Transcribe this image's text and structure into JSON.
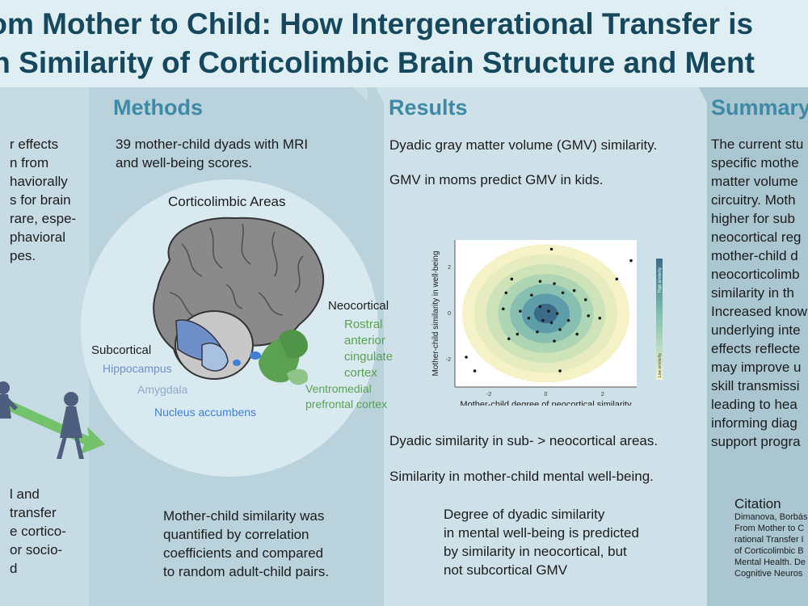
{
  "title": {
    "line1": "rom Mother to Child: How Intergenerational Transfer is",
    "line2": "in Similarity of Corticolimbic Brain Structure and Ment"
  },
  "intro": {
    "lines": [
      "r effects",
      "n from",
      "haviorally",
      "s for  brain",
      "rare, espe-",
      "phavioral",
      "pes."
    ],
    "bottom_lines": [
      "l and",
      "transfer",
      "e cortico-",
      "or socio-",
      "d"
    ]
  },
  "methods": {
    "heading": "Methods",
    "line1": "39 mother-child dyads with MRI",
    "line2": "and well-being scores.",
    "brain_title": "Corticolimbic Areas",
    "labels": {
      "neocortical": "Neocortical",
      "rostral": [
        "Rostral",
        "anterior",
        "cingulate",
        "cortex"
      ],
      "subcortical": "Subcortical",
      "hippocampus": "Hippocampus",
      "amygdala": "Amygdala",
      "ventromedial": [
        "Ventromedial",
        "prefrontal cortex"
      ],
      "nucleus": "Nucleus accumbens"
    },
    "bottom_lines": [
      "Mother-child similarity was",
      "quantified by correlation",
      "coefficients and compared",
      "to random adult-child pairs."
    ]
  },
  "results": {
    "heading": "Results",
    "line1": "Dyadic gray matter volume (GMV) similarity.",
    "line2": "GMV in moms predict GMV in kids.",
    "line3": "Dyadic similarity in sub- > neocortical areas.",
    "line4": "Similarity in mother-child mental well-being.",
    "bottom_lines": [
      "Degree of dyadic similarity",
      "in mental well-being is predicted",
      "by similarity in neocortical, but",
      "not subcortical GMV"
    ]
  },
  "summary": {
    "heading": "Summary",
    "lines": [
      "The current stu",
      "specific mothe",
      "matter volume",
      "circuitry. Moth",
      "higher for sub",
      "neocortical reg",
      "mother-child d",
      "neocorticolimb",
      "similarity in th",
      "Increased know",
      "underlying inte",
      "effects reflecte",
      "may improve u",
      "skill transmissi",
      "leading to hea",
      "informing diag",
      "support progra"
    ],
    "citation_heading": "Citation",
    "citation_lines": [
      "Dimanova, Borbás",
      "From Mother to C",
      "rational Transfer I",
      "of Corticolimbic B",
      "Mental Health. De",
      "Cognitive Neuros"
    ]
  },
  "colors": {
    "title": "#15485c",
    "heading": "#3e8aa6",
    "green": "#5aa152",
    "blue": "#4a78c0"
  },
  "chart_data": {
    "type": "scatter",
    "xlabel": "Mother-child degree of neocortical similarity",
    "ylabel": "Mother-child similarity in well-being",
    "x_ticks": [
      "-2",
      "0",
      "2"
    ],
    "y_ticks": [
      "2",
      "0",
      "-2"
    ],
    "xlim": [
      -3.2,
      3.2
    ],
    "ylim": [
      -3.2,
      3.2
    ],
    "legend_high": "High similarity",
    "legend_low": "Low similarity",
    "points": [
      [
        0.2,
        2.8
      ],
      [
        3.0,
        2.3
      ],
      [
        2.5,
        1.5
      ],
      [
        -1.2,
        1.5
      ],
      [
        -0.2,
        1.4
      ],
      [
        0.3,
        1.3
      ],
      [
        -1.4,
        0.9
      ],
      [
        -0.5,
        0.8
      ],
      [
        0.6,
        0.9
      ],
      [
        1.0,
        1.0
      ],
      [
        1.4,
        0.6
      ],
      [
        -1.5,
        0.2
      ],
      [
        -0.9,
        0.1
      ],
      [
        -0.2,
        0.3
      ],
      [
        0.1,
        0.1
      ],
      [
        0.4,
        0.0
      ],
      [
        1.5,
        -0.1
      ],
      [
        1.9,
        -0.2
      ],
      [
        -0.6,
        -0.2
      ],
      [
        -0.1,
        -0.3
      ],
      [
        0.2,
        -0.4
      ],
      [
        0.8,
        -0.3
      ],
      [
        -1.0,
        -0.9
      ],
      [
        -0.3,
        -0.8
      ],
      [
        0.5,
        -0.7
      ],
      [
        1.1,
        -0.9
      ],
      [
        -1.3,
        -1.1
      ],
      [
        0.3,
        -1.2
      ],
      [
        -2.8,
        -1.9
      ],
      [
        -2.5,
        -2.5
      ],
      [
        0.5,
        -2.5
      ]
    ]
  }
}
